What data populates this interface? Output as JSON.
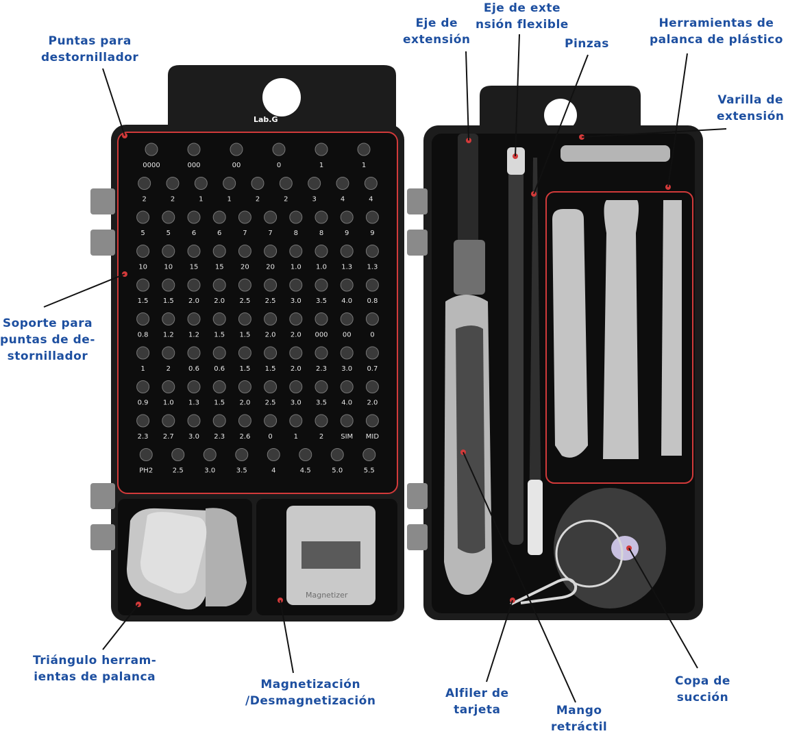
{
  "brand": "Lab.G",
  "colors": {
    "label": "#1d4fa0",
    "case": "#1c1c1c",
    "tray": "#0d0d0d",
    "gray_part": "#b8b8b8",
    "highlight": "#d23a3a"
  },
  "labels": {
    "bit_tips": [
      "Puntas para",
      "destornillador"
    ],
    "bit_holder": [
      "Soporte para",
      "puntas de de-",
      "stornillador"
    ],
    "triangle_pry": [
      "Triángulo herram-",
      "ientas de palanca"
    ],
    "magnetizer": [
      "Magnetización",
      "/Desmagnetización"
    ],
    "extension_shaft": [
      "Eje de",
      "extensión"
    ],
    "flex_shaft": [
      "Eje de exte",
      "nsión flexible"
    ],
    "tweezers": [
      "Pinzas"
    ],
    "plastic_pry": [
      "Herramientas de",
      "palanca de plástico"
    ],
    "extension_rod": [
      "Varilla de",
      "extensión"
    ],
    "card_pin": [
      "Alfiler de",
      "tarjeta"
    ],
    "retract_handle": [
      "Mango",
      "retráctil"
    ],
    "suction_cup": [
      "Copa de",
      "succión"
    ]
  },
  "bit_markings": [
    [
      "0000",
      "000",
      "00",
      "0",
      "1",
      "1"
    ],
    [
      "2",
      "2",
      "1",
      "1",
      "2",
      "2",
      "3",
      "4",
      "4"
    ],
    [
      "5",
      "5",
      "6",
      "6",
      "7",
      "7",
      "8",
      "8",
      "9",
      "9"
    ],
    [
      "10",
      "10",
      "15",
      "15",
      "20",
      "20",
      "1.0",
      "1.0",
      "1.3",
      "1.3"
    ],
    [
      "1.5",
      "1.5",
      "2.0",
      "2.0",
      "2.5",
      "2.5",
      "3.0",
      "3.5",
      "4.0",
      "0.8"
    ],
    [
      "0.8",
      "1.2",
      "1.2",
      "1.5",
      "1.5",
      "2.0",
      "2.0",
      "000",
      "00",
      "0"
    ],
    [
      "1",
      "2",
      "0.6",
      "0.6",
      "1.5",
      "1.5",
      "2.0",
      "2.3",
      "3.0",
      "0.7"
    ],
    [
      "0.9",
      "1.0",
      "1.3",
      "1.5",
      "2.0",
      "2.5",
      "3.0",
      "3.5",
      "4.0",
      "2.0"
    ],
    [
      "2.3",
      "2.7",
      "3.0",
      "2.3",
      "2.6",
      "0",
      "1",
      "2",
      "SIM",
      "MID"
    ],
    [
      "PH2",
      "2.5",
      "3.0",
      "3.5",
      "4",
      "4.5",
      "5.0",
      "5.5"
    ]
  ],
  "magnetizer_text": "Magnetizer"
}
